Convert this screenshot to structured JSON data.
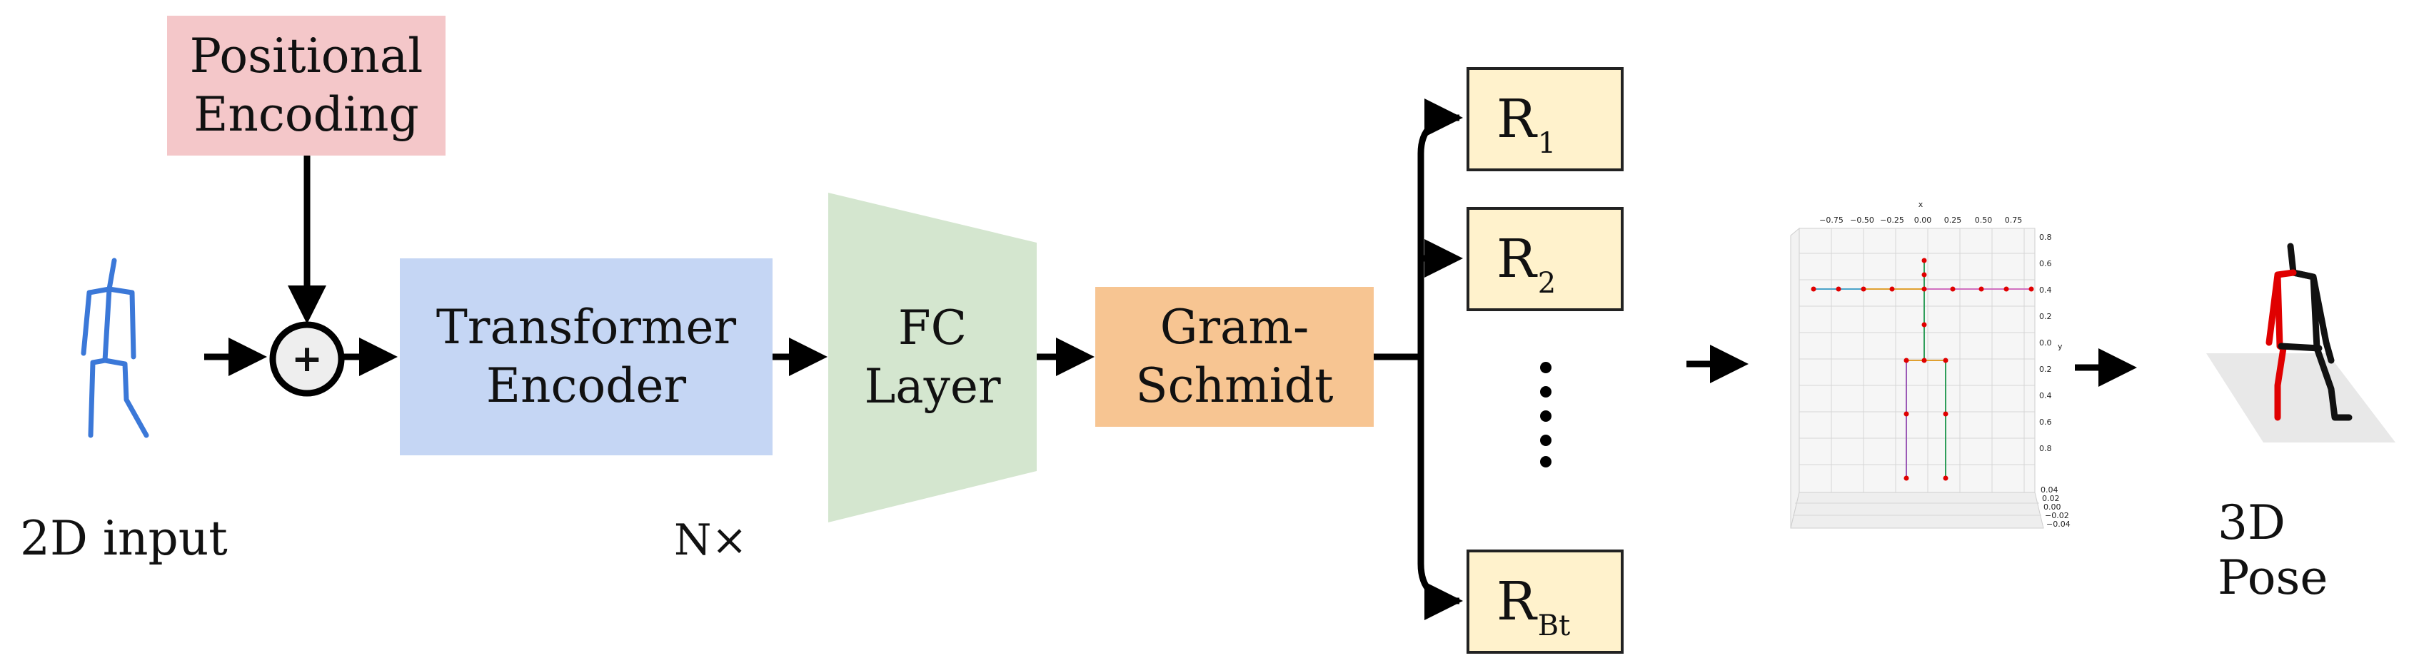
{
  "blocks": {
    "positional_encoding": {
      "line1": "Positional",
      "line2": "Encoding",
      "color": "#f4c7c9"
    },
    "transformer_encoder": {
      "line1": "Transformer",
      "line2": "Encoder",
      "color": "#c5d6f4"
    },
    "fc_layer": {
      "line1": "FC",
      "line2": "Layer",
      "color": "#d4e6cf"
    },
    "gram_schmidt": {
      "line1": "Gram-",
      "line2": "Schmidt",
      "color": "#f7c592"
    }
  },
  "adder_symbol": "+",
  "repeat_label": "N×",
  "input_label": "2D input",
  "output_label": "3D Pose",
  "rotations": [
    {
      "letter": "R",
      "sub": "1"
    },
    {
      "letter": "R",
      "sub": "2"
    },
    {
      "letter": "R",
      "sub": "Bt"
    }
  ],
  "plot": {
    "x_axis_label": "x",
    "y_axis_label": "y",
    "x_ticks": [
      "−0.75",
      "−0.50",
      "−0.25",
      "0.00",
      "0.25",
      "0.50",
      "0.75"
    ],
    "right_ticks": [
      "0.8",
      "0.6",
      "0.4",
      "0.2",
      "0.0",
      "0.2",
      "0.4",
      "0.6",
      "0.8"
    ],
    "z_ticks": [
      "0.04",
      "0.02",
      "0.00",
      "−0.02",
      "−0.04"
    ]
  },
  "colors": {
    "skeleton_2d": "#3b78d8",
    "pose_left": "#e00000",
    "pose_right": "#111111",
    "joint": "#e00000",
    "floor": "#e8e8e8"
  }
}
